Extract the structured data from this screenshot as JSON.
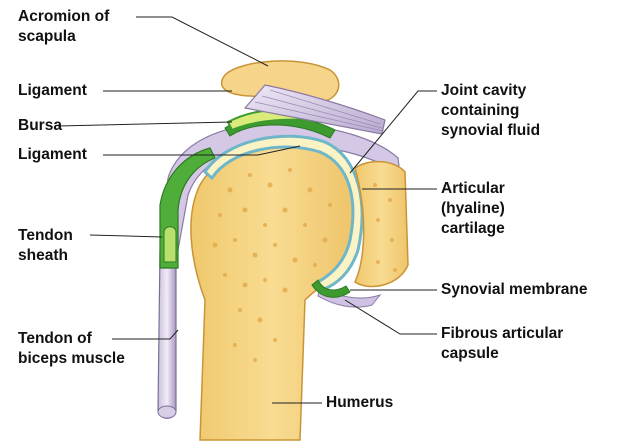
{
  "labels": {
    "acromion": [
      "Acromion of",
      "scapula"
    ],
    "ligament_upper": [
      "Ligament"
    ],
    "bursa": [
      "Bursa"
    ],
    "ligament_lower": [
      "Ligament"
    ],
    "tendon_sheath": [
      "Tendon",
      "sheath"
    ],
    "tendon_biceps": [
      "Tendon of",
      "biceps muscle"
    ],
    "joint_cavity": [
      "Joint cavity",
      "containing",
      "synovial fluid"
    ],
    "articular_cartilage": [
      "Articular",
      "(hyaline)",
      "cartilage"
    ],
    "synovial_membrane": [
      "Synovial membrane"
    ],
    "fibrous_capsule": [
      "Fibrous articular",
      "capsule"
    ],
    "humerus": [
      "Humerus"
    ]
  },
  "colors": {
    "bone": "#f4cf7a",
    "bone_edge": "#d9a445",
    "bone_pore": "#e8b14e",
    "ligament": "#d9cfe6",
    "ligament_edge": "#8a7aa3",
    "synovial_green": "#3c9a2f",
    "synovial_light": "#b9df6c",
    "cartilage_blue": "#7fc9d9",
    "cartilage_cream": "#fbf3c4",
    "leader": "#222222"
  }
}
